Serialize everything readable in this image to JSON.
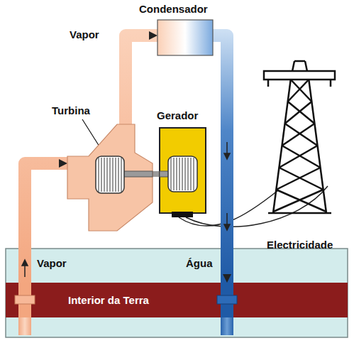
{
  "diagram": {
    "nodes": [
      {
        "text": [
          "Condensador"
        ]
      },
      {
        "text": [
          "Turbina"
        ]
      },
      {
        "text": [
          "Gerador"
        ]
      },
      {
        "text": [
          "Interior da Terra"
        ]
      }
    ],
    "edges": [
      {
        "from": 3,
        "to": 1,
        "arrow": "to",
        "label": "Vapor"
      },
      {
        "from": 1,
        "to": 0,
        "arrow": "to",
        "label": "Vapor"
      },
      {
        "from": 0,
        "to": 3,
        "arrow": "to",
        "label": "Água"
      },
      {
        "from": 1,
        "to": 2,
        "arrow": "none"
      }
    ],
    "labels": [
      "Electricidade"
    ]
  }
}
